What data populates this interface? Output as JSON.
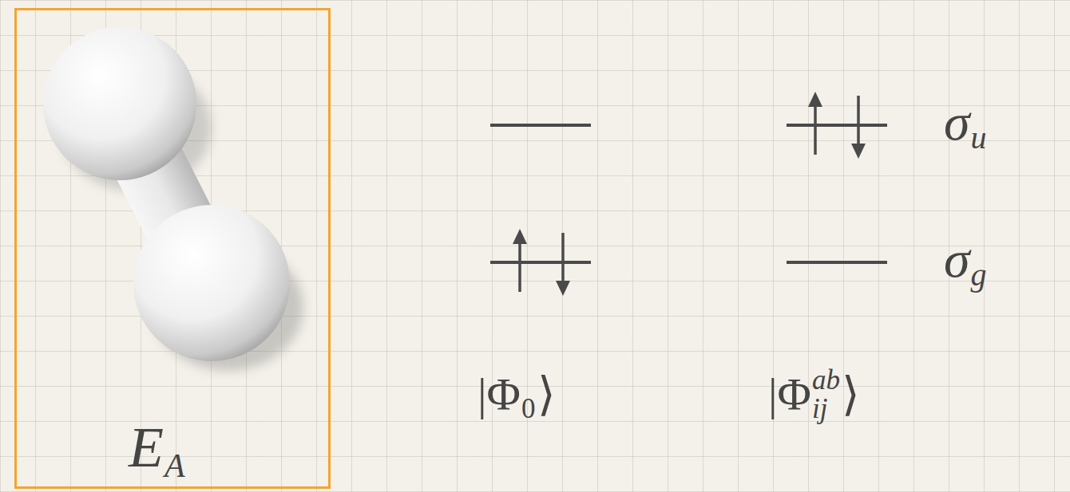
{
  "diagram": {
    "nodes": [
      {
        "text": [
          "E",
          "A"
        ]
      }
    ],
    "labels": [
      "|Φ",
      "0",
      "⟩",
      "|Φ",
      "ab",
      "ij",
      "⟩",
      "σ",
      "u",
      "σ",
      "g"
    ]
  }
}
